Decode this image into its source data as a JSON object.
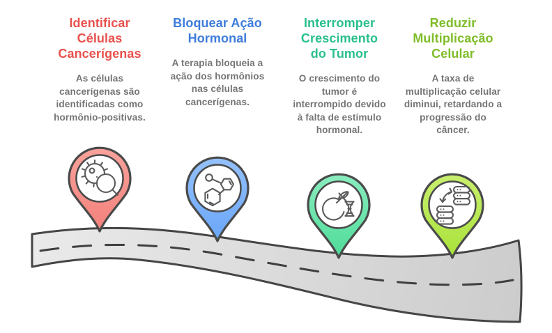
{
  "infographic": {
    "language": "pt-BR",
    "outline_color": "#4a4a4a",
    "body_text_color": "#757575",
    "road": {
      "fill_light": "#eaeaea",
      "fill_dark": "#cccccc",
      "edge_color": "#454545",
      "dash_color": "#3f3f3f"
    },
    "steps": [
      {
        "title_lines": [
          "Identificar",
          "Células",
          "Cancerígenas"
        ],
        "title_color": "#e8514d",
        "body_lines": [
          "As células",
          "cancerígenas são",
          "identificadas como",
          "hormônio-positivas."
        ],
        "pin_color": "#f4817c",
        "pin_color_light": "#f8a29b",
        "icon": "cancer-cell-magnifier-icon"
      },
      {
        "title_lines": [
          "Bloquear Ação",
          "Hormonal"
        ],
        "title_color": "#3d7cdb",
        "body_lines": [
          "A terapia bloqueia a",
          "ação dos hormônios",
          "nas células",
          "cancerígenas."
        ],
        "pin_color": "#6aa6f8",
        "pin_color_light": "#94c1fb",
        "icon": "hormone-molecule-icon"
      },
      {
        "title_lines": [
          "Interromper",
          "Crescimento",
          "do Tumor"
        ],
        "title_color": "#29bf8e",
        "body_lines": [
          "O crescimento do",
          "tumor é",
          "interrompido devido",
          "à falta de estímulo",
          "hormonal."
        ],
        "pin_color": "#4edc99",
        "pin_color_light": "#8aedbf",
        "icon": "tumor-dna-icon"
      },
      {
        "title_lines": [
          "Reduzir",
          "Multiplicação",
          "Celular"
        ],
        "title_color": "#7fbd29",
        "body_lines": [
          "A taxa de",
          "multiplicação celular",
          "diminui, retardando a",
          "progressão do",
          "câncer."
        ],
        "pin_color": "#a9e23b",
        "pin_color_light": "#c9ef6d",
        "icon": "cell-stacks-arrow-icon"
      }
    ]
  }
}
